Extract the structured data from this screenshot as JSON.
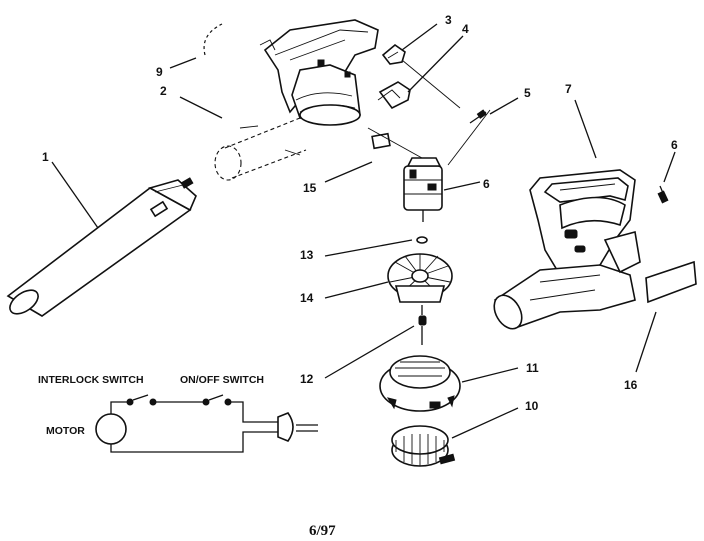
{
  "callouts": {
    "c1": "1",
    "c2": "2",
    "c3": "3",
    "c4": "4",
    "c5": "5",
    "c6a": "6",
    "c6b": "6",
    "c7": "7",
    "c9": "9",
    "c10": "10",
    "c11": "11",
    "c12": "12",
    "c13": "13",
    "c14": "14",
    "c15": "15",
    "c16": "16"
  },
  "wiring": {
    "interlock_label": "INTERLOCK SWITCH",
    "onoff_label": "ON/OFF SWITCH",
    "motor_label": "MOTOR"
  },
  "footer": {
    "page_code": "6/97"
  }
}
